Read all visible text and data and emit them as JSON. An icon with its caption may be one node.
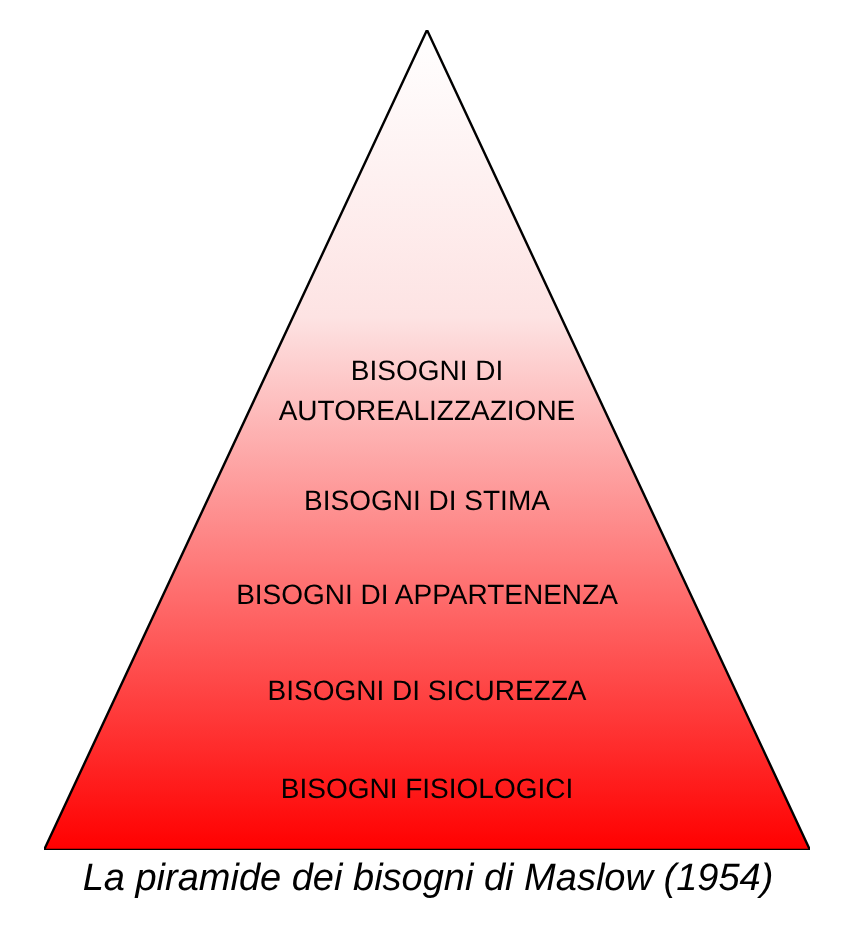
{
  "diagram": {
    "caption": "La piramide dei bisogni di Maslow (1954)",
    "nodes": [
      {
        "text": [
          "BISOGNI DI AUTOREALIZZAZIONE",
          "BISOGNI DI STIMA",
          "BISOGNI DI APPARTENENZA",
          "BISOGNI DI SICUREZZA",
          "BISOGNI FISIOLOGICI"
        ]
      }
    ]
  }
}
